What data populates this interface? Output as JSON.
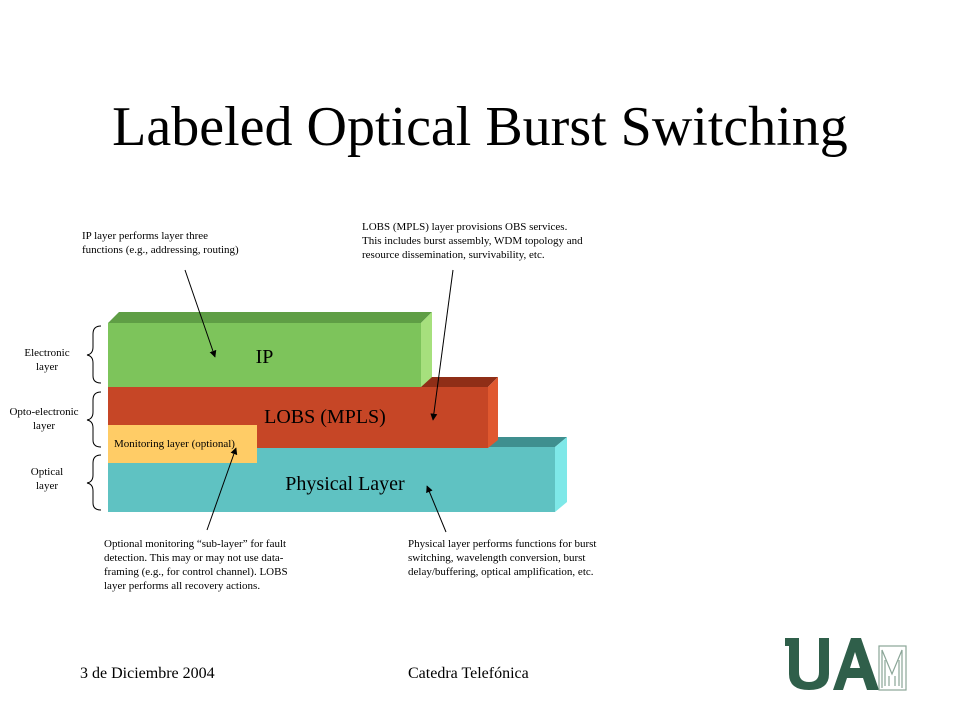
{
  "title": "Labeled Optical Burst Switching",
  "colors": {
    "ip": "#7dc45b",
    "ip_top": "#5f9e45",
    "ip_side": "#a6e07d",
    "lobs": "#c64626",
    "lobs_top": "#8f2e17",
    "lobs_side": "#e0582f",
    "physical": "#5fc2c2",
    "physical_top": "#3f8f8f",
    "physical_side": "#7ee8e8",
    "monitor": "#ffcc66",
    "logo": "#2f5f4a"
  },
  "layers": {
    "ip": "IP",
    "lobs": "LOBS (MPLS)",
    "physical": "Physical Layer",
    "monitoring": "Monitoring layer (optional)"
  },
  "side_labels": {
    "electronic": "Electronic\nlayer",
    "opto_electronic": "Opto-electronic\nlayer",
    "optical": "Optical\nlayer"
  },
  "annotations": {
    "ip_note": "IP layer performs layer three\nfunctions (e.g., addressing, routing)",
    "lobs_note": "LOBS (MPLS) layer provisions OBS services.\nThis includes burst assembly, WDM topology and\nresource dissemination, survivability, etc.",
    "monitor_note": "Optional monitoring “sub-layer” for fault\ndetection.  This may or may not  use data-\nframing (e.g., for control channel).  LOBS\nlayer performs all recovery actions.",
    "physical_note": "Physical layer performs functions for burst\nswitching, wavelength conversion, burst\ndelay/buffering, optical amplification, etc."
  },
  "footer": {
    "date": "3 de Diciembre 2004",
    "center": "Catedra Telefónica"
  },
  "logo": {
    "text": "UAM",
    "icon": "uam-logo"
  }
}
